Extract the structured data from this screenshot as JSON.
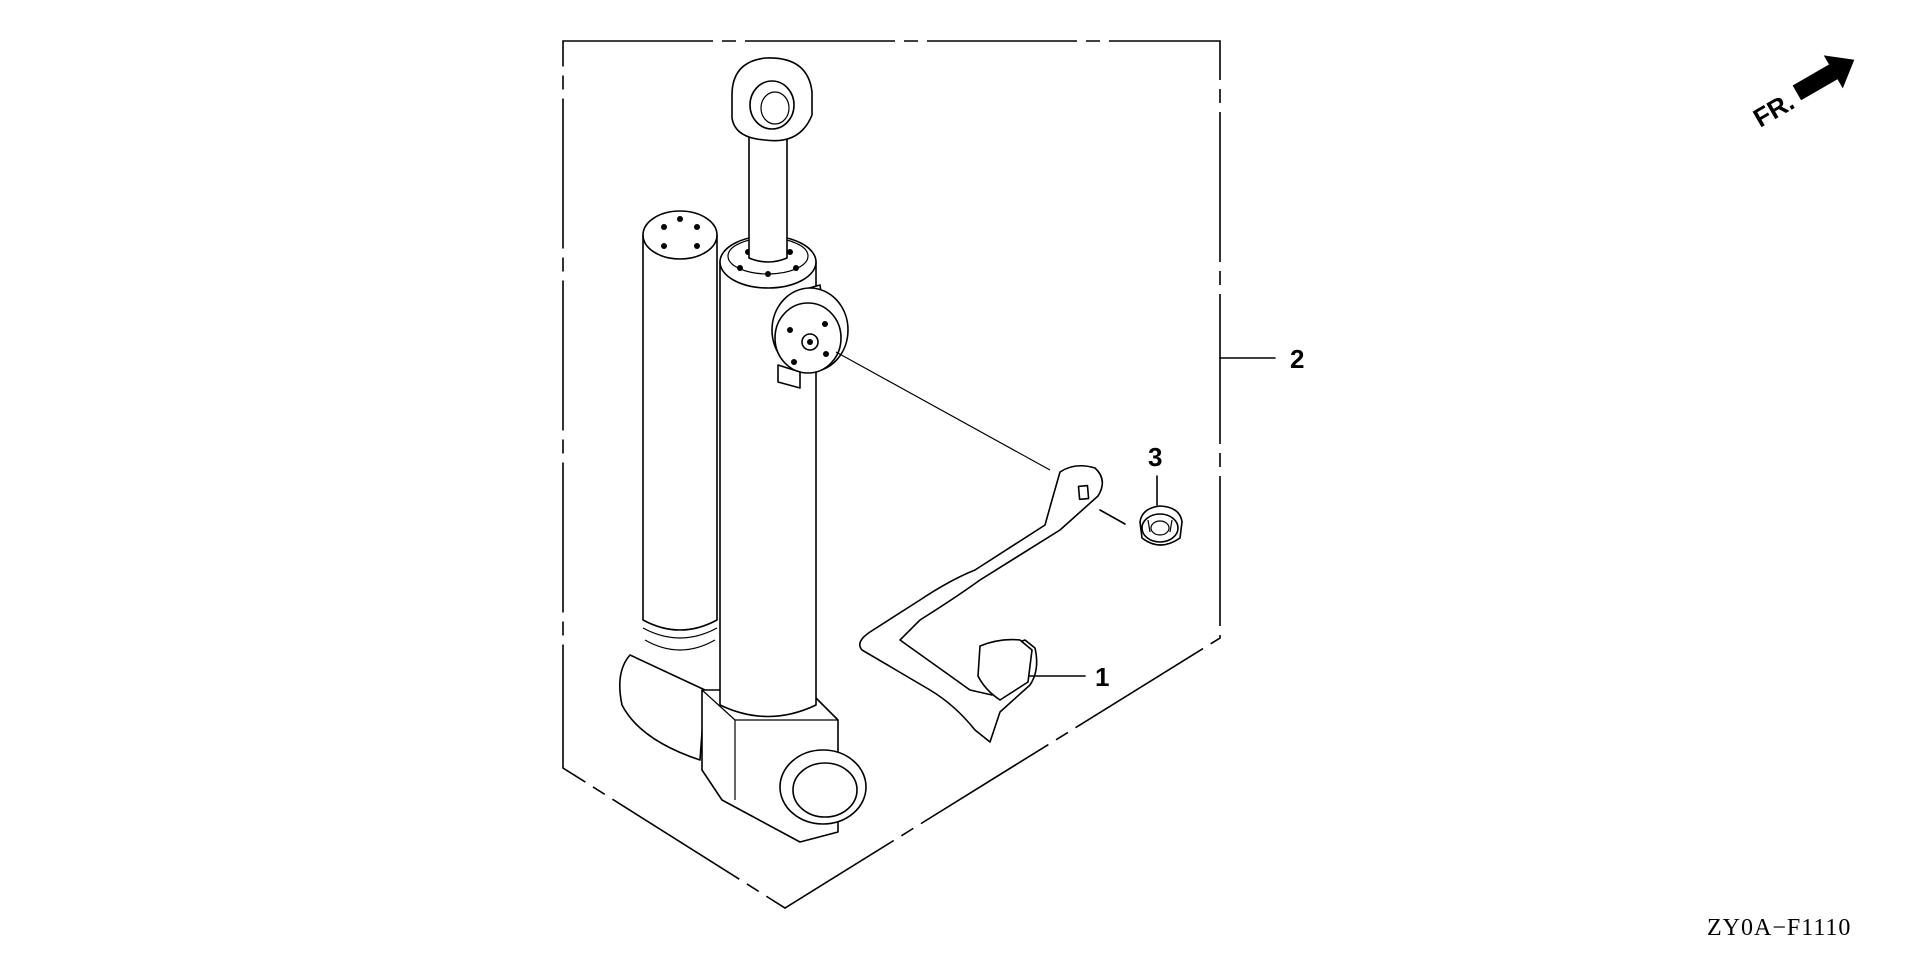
{
  "diagram": {
    "callouts": [
      {
        "id": "1",
        "label": "1"
      },
      {
        "id": "2",
        "label": "2"
      },
      {
        "id": "3",
        "label": "3"
      }
    ],
    "front_indicator": "FR.",
    "figure_code": "ZY0A−F1110"
  }
}
